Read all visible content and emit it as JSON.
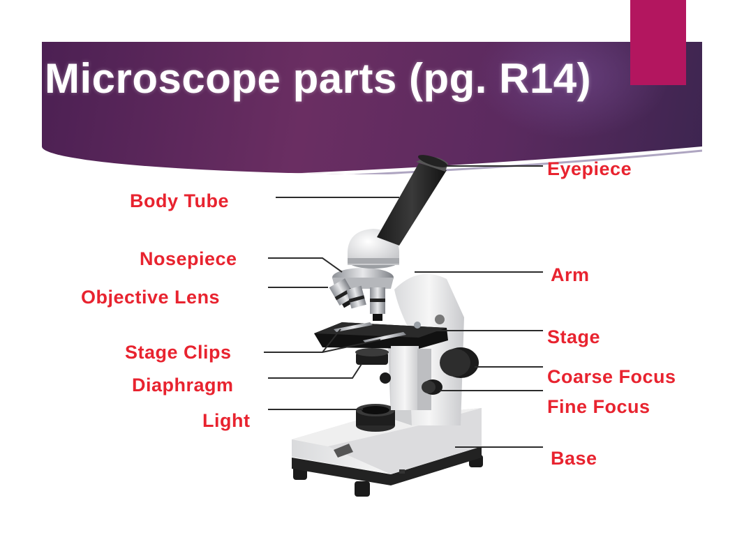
{
  "slide": {
    "title": "Microscope parts (pg. R14)",
    "colors": {
      "title_band": "#5b2a5f",
      "accent_tab": "#b3165f",
      "label_text": "#e8232f",
      "title_text": "#ffffff"
    }
  },
  "diagram": {
    "subject": "microscope",
    "labels_left": {
      "body_tube": "Body Tube",
      "nosepiece": "Nosepiece",
      "objective_lens": "Objective Lens",
      "stage_clips": "Stage Clips",
      "diaphragm": "Diaphragm",
      "light": "Light"
    },
    "labels_right": {
      "eyepiece": "Eyepiece",
      "arm": "Arm",
      "stage": "Stage",
      "coarse_focus": "Coarse Focus",
      "fine_focus": "Fine Focus",
      "base": "Base"
    }
  }
}
